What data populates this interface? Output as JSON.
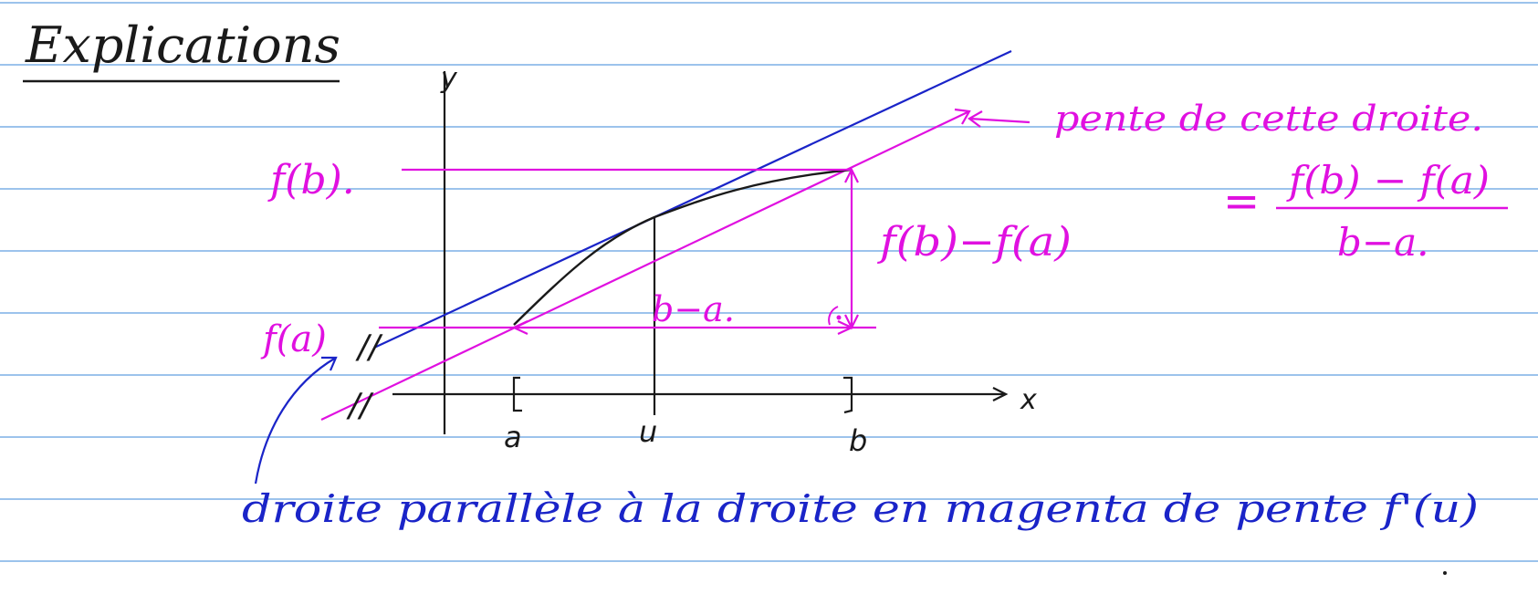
{
  "title": "Explications",
  "colors": {
    "paper": "#ffffff",
    "ruling": "#9cc3ec",
    "ink": "#1a1a1a",
    "magenta": "#e010e0",
    "blue": "#1a24c8"
  },
  "axes": {
    "x_label": "x",
    "y_label": "y"
  },
  "ticks": {
    "a": "a",
    "u": "u",
    "b": "b"
  },
  "labels": {
    "fb": "f(b).",
    "fa": "f(a)",
    "diff": "f(b)−f(a)",
    "run": "b−a.",
    "slope_note": "pente de cette droite.",
    "slope_eq": "=",
    "slope_num": "f(b) − f(a)",
    "slope_den": "b−a.",
    "parallel_marks": "//",
    "parallel_note": "droite parallèle à la droite en magenta de pente f'(u)",
    "right_angle": "(·)"
  }
}
